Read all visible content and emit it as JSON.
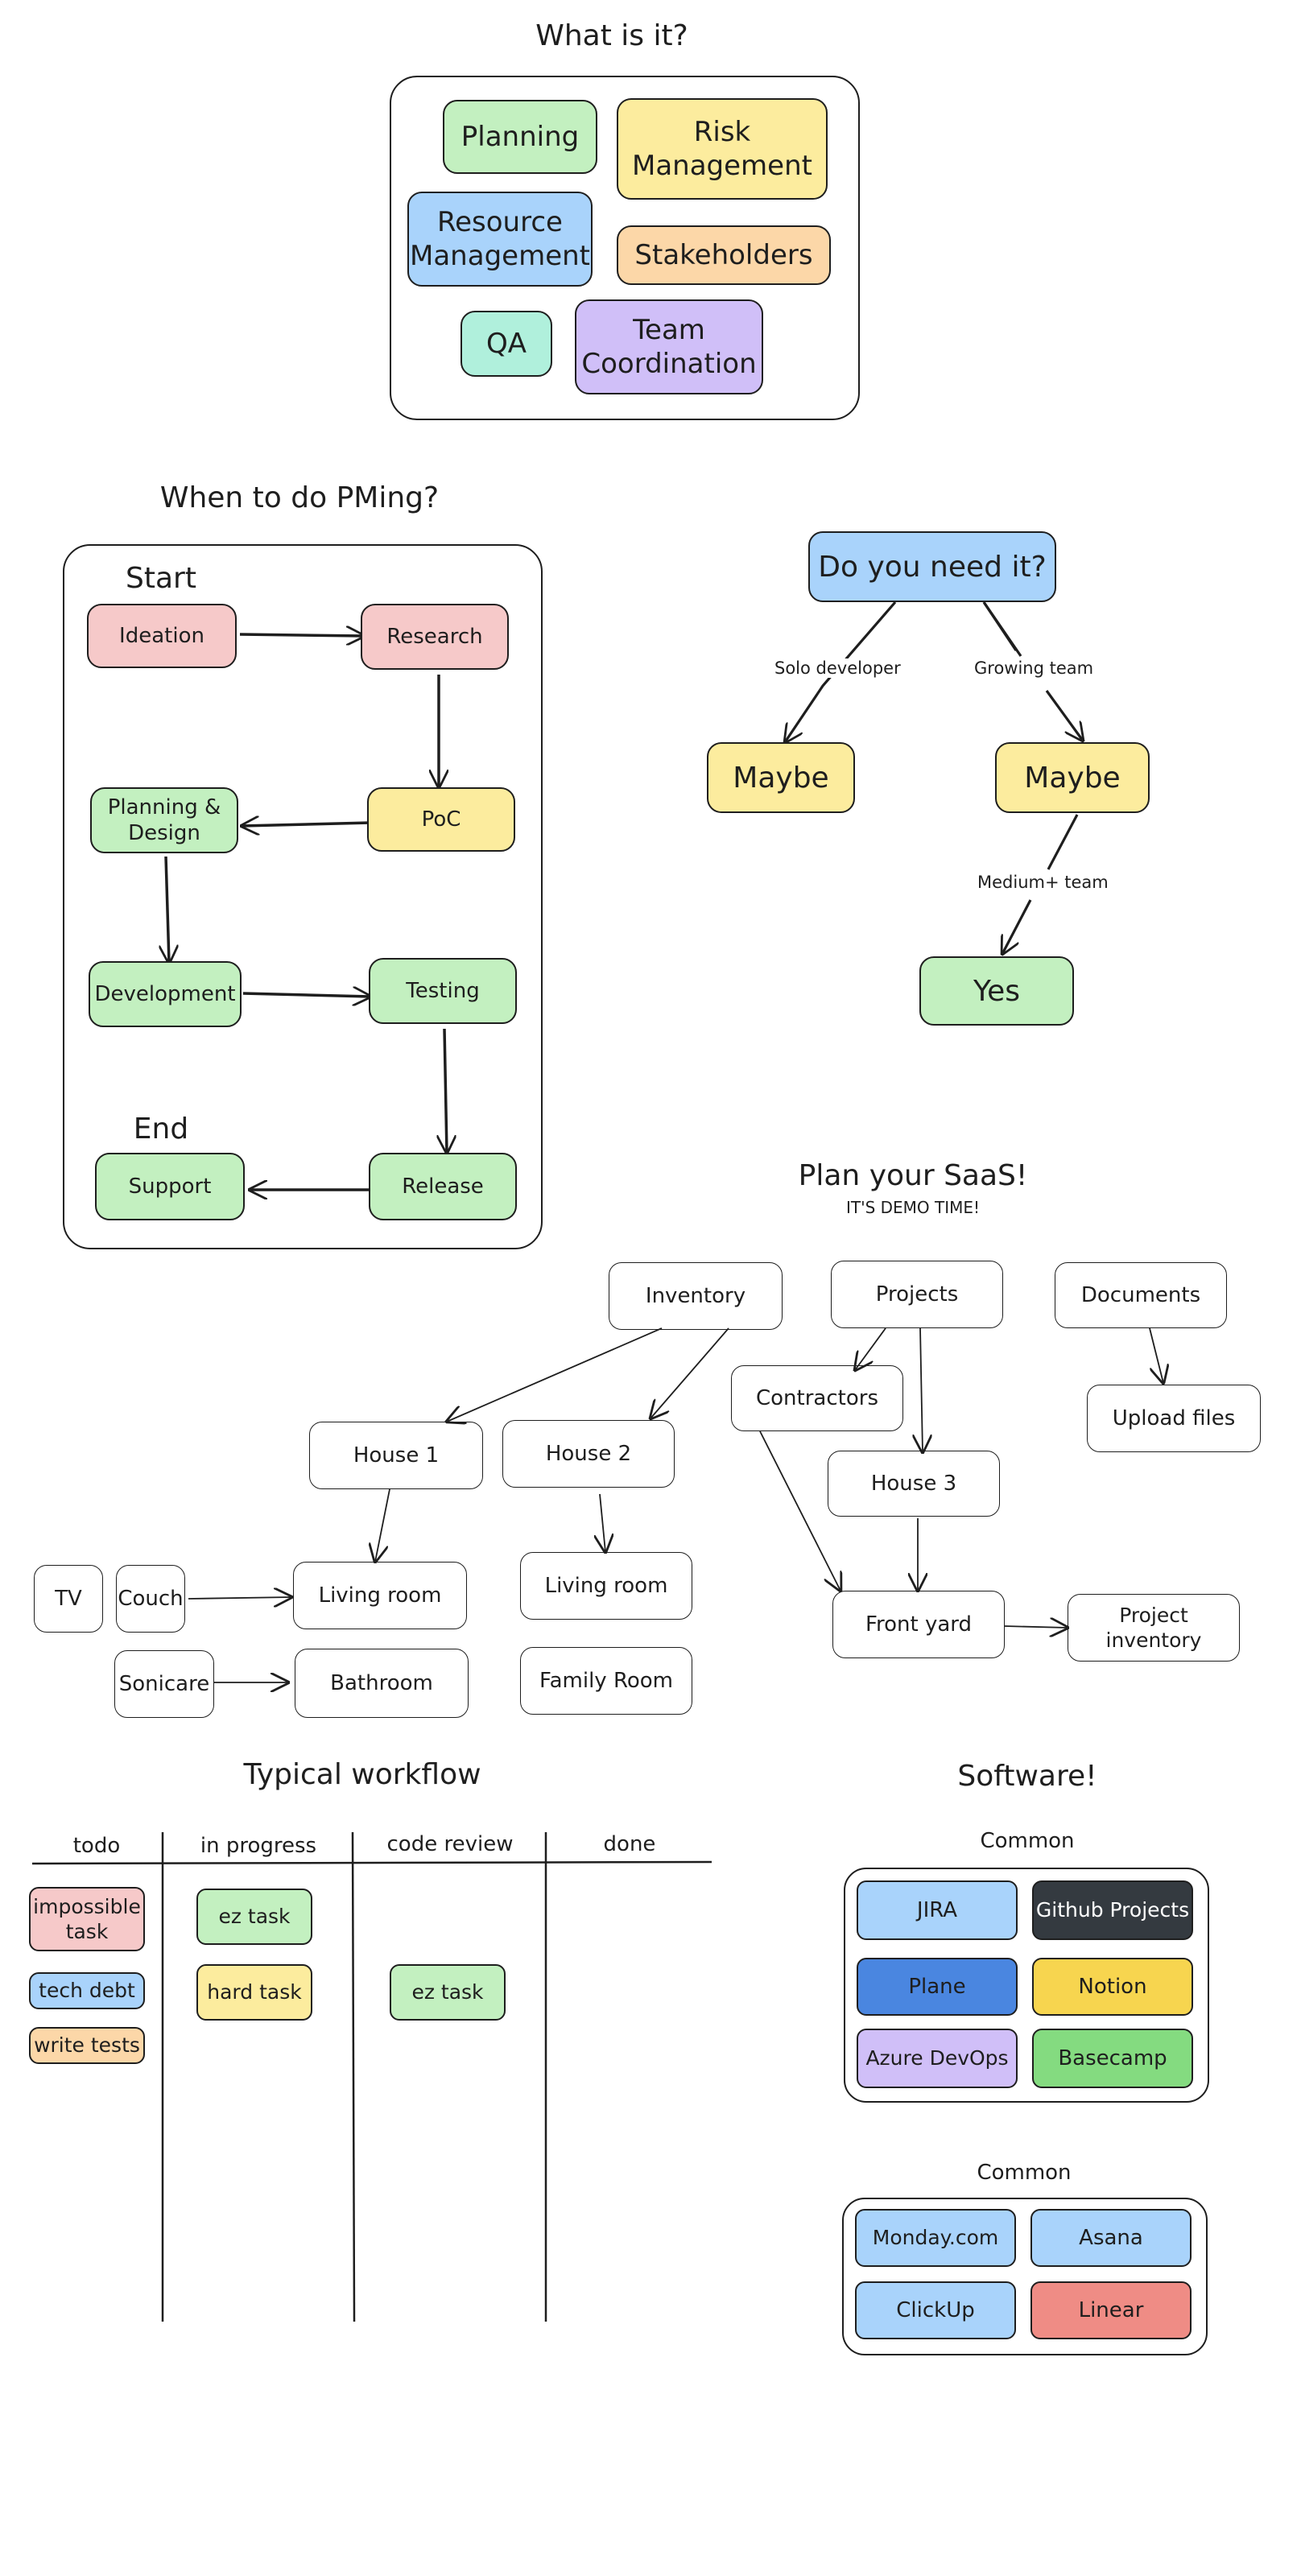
{
  "what": {
    "title": "What is it?",
    "items": [
      "Planning",
      "Risk Management",
      "Resource Management",
      "Stakeholders",
      "QA",
      "Team Coordination"
    ]
  },
  "when": {
    "title": "When to do PMing?",
    "start": "Start",
    "end": "End",
    "steps": [
      "Ideation",
      "Research",
      "PoC",
      "Planning & Design",
      "Development",
      "Testing",
      "Release",
      "Support"
    ]
  },
  "need": {
    "question": "Do you need it?",
    "solo_label": "Solo developer",
    "growing_label": "Growing team",
    "medium_label": "Medium+ team",
    "maybe1": "Maybe",
    "maybe2": "Maybe",
    "yes": "Yes"
  },
  "saas": {
    "title": "Plan your SaaS!",
    "subtitle": "IT'S DEMO TIME!",
    "nodes": {
      "inventory": "Inventory",
      "projects": "Projects",
      "documents": "Documents",
      "contractors": "Contractors",
      "upload_files": "Upload files",
      "house1": "House 1",
      "house2": "House 2",
      "house3": "House 3",
      "living_room_1": "Living room",
      "living_room_2": "Living room",
      "bathroom": "Bathroom",
      "family_room": "Family Room",
      "front_yard": "Front yard",
      "project_inventory": "Project inventory",
      "tv": "TV",
      "couch": "Couch",
      "sonicare": "Sonicare"
    }
  },
  "workflow": {
    "title": "Typical workflow",
    "columns": [
      "todo",
      "in progress",
      "code review",
      "done"
    ],
    "cards": {
      "impossible": "impossible task",
      "tech_debt": "tech debt",
      "write_tests": "write tests",
      "ez_task_1": "ez task",
      "hard_task": "hard task",
      "ez_task_2": "ez task"
    }
  },
  "software": {
    "title": "Software!",
    "group1_title": "Common",
    "group1": [
      "JIRA",
      "Github Projects",
      "Plane",
      "Notion",
      "Azure DevOps",
      "Basecamp"
    ],
    "group2_title": "Common",
    "group2": [
      "Monday.com",
      "Asana",
      "ClickUp",
      "Linear"
    ]
  },
  "colors": {
    "green": "#c3f0c0",
    "yellow": "#fcec9e",
    "blue": "#a9d3fb",
    "orange": "#fcd7a8",
    "teal": "#b0f0dc",
    "purple": "#d0bff8",
    "pink": "#f6c9c9",
    "dark": "#343a40",
    "royal_blue": "#4a86e0",
    "gold": "#f7d54f",
    "mid_green": "#84db80",
    "salmon": "#ef8c85"
  }
}
